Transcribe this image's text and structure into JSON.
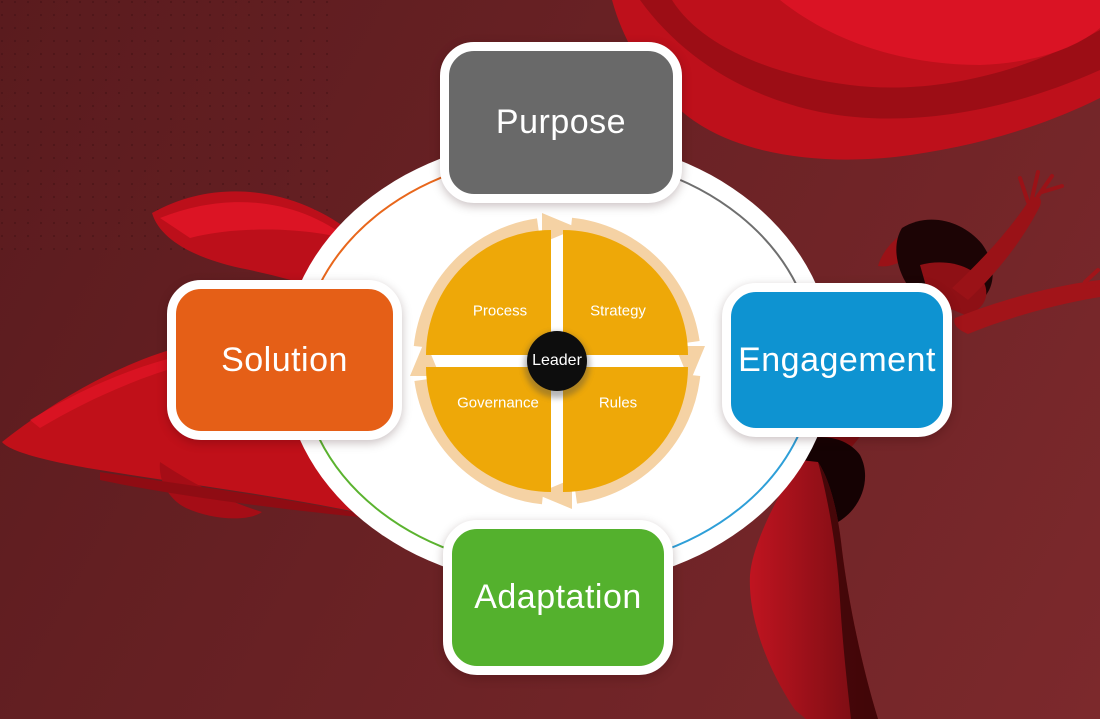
{
  "diagram": {
    "outer_nodes": [
      {
        "id": "purpose",
        "label": "Purpose",
        "color": "#696969",
        "position": "top"
      },
      {
        "id": "solution",
        "label": "Solution",
        "color": "#E55F17",
        "position": "left"
      },
      {
        "id": "engagement",
        "label": "Engagement",
        "color": "#0E93D1",
        "position": "right"
      },
      {
        "id": "adaptation",
        "label": "Adaptation",
        "color": "#54B12D",
        "position": "bottom"
      }
    ],
    "connector_arcs": [
      {
        "from": "purpose",
        "to": "solution",
        "color": "#E8671C"
      },
      {
        "from": "purpose",
        "to": "engagement",
        "color": "#6F6F6F"
      },
      {
        "from": "engagement",
        "to": "adaptation",
        "color": "#2E9FD8"
      },
      {
        "from": "adaptation",
        "to": "solution",
        "color": "#5BB32F"
      }
    ],
    "ellipse_color": "#ffffff",
    "inner_cycle": {
      "hub_label": "Leader",
      "hub_color": "#0d0d0d",
      "segment_color": "#EEA808",
      "arrow_ring_color": "#F5D2A4",
      "flow_direction": "clockwise",
      "segments": [
        {
          "label": "Process",
          "position": "top-left"
        },
        {
          "label": "Strategy",
          "position": "top-right"
        },
        {
          "label": "Governance",
          "position": "bottom-left"
        },
        {
          "label": "Rules",
          "position": "bottom-right"
        }
      ]
    }
  },
  "background": {
    "photo": "red-fabric-dancer",
    "base_color": "#682124",
    "fabric_color": "#C01019",
    "figure_color": "#9A1217"
  }
}
